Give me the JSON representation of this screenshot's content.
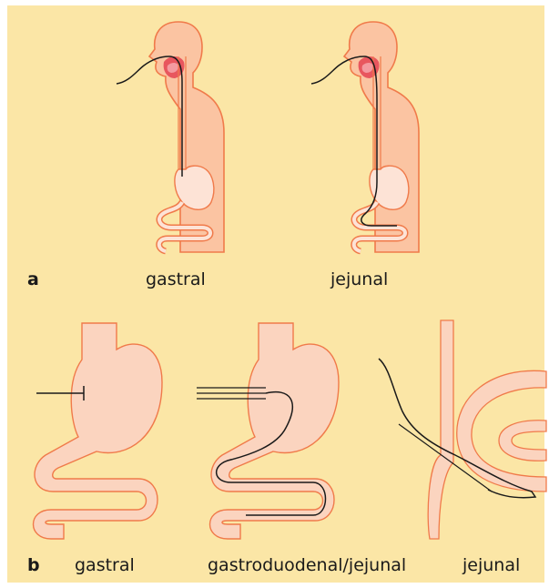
{
  "panel_a": {
    "letter": "a",
    "labels": [
      "gastral",
      "jejunal"
    ]
  },
  "panel_b": {
    "letter": "b",
    "labels": [
      "gastral",
      "gastroduodenal/jejunal",
      "jejunal"
    ]
  },
  "colors": {
    "background": "#fbe6a6",
    "body_fill": "#fbc4a2",
    "body_stroke": "#f07a4a",
    "organ_fill": "#fde3d6",
    "mouth_red": "#e8565e",
    "tube": "#1a1a1a"
  }
}
